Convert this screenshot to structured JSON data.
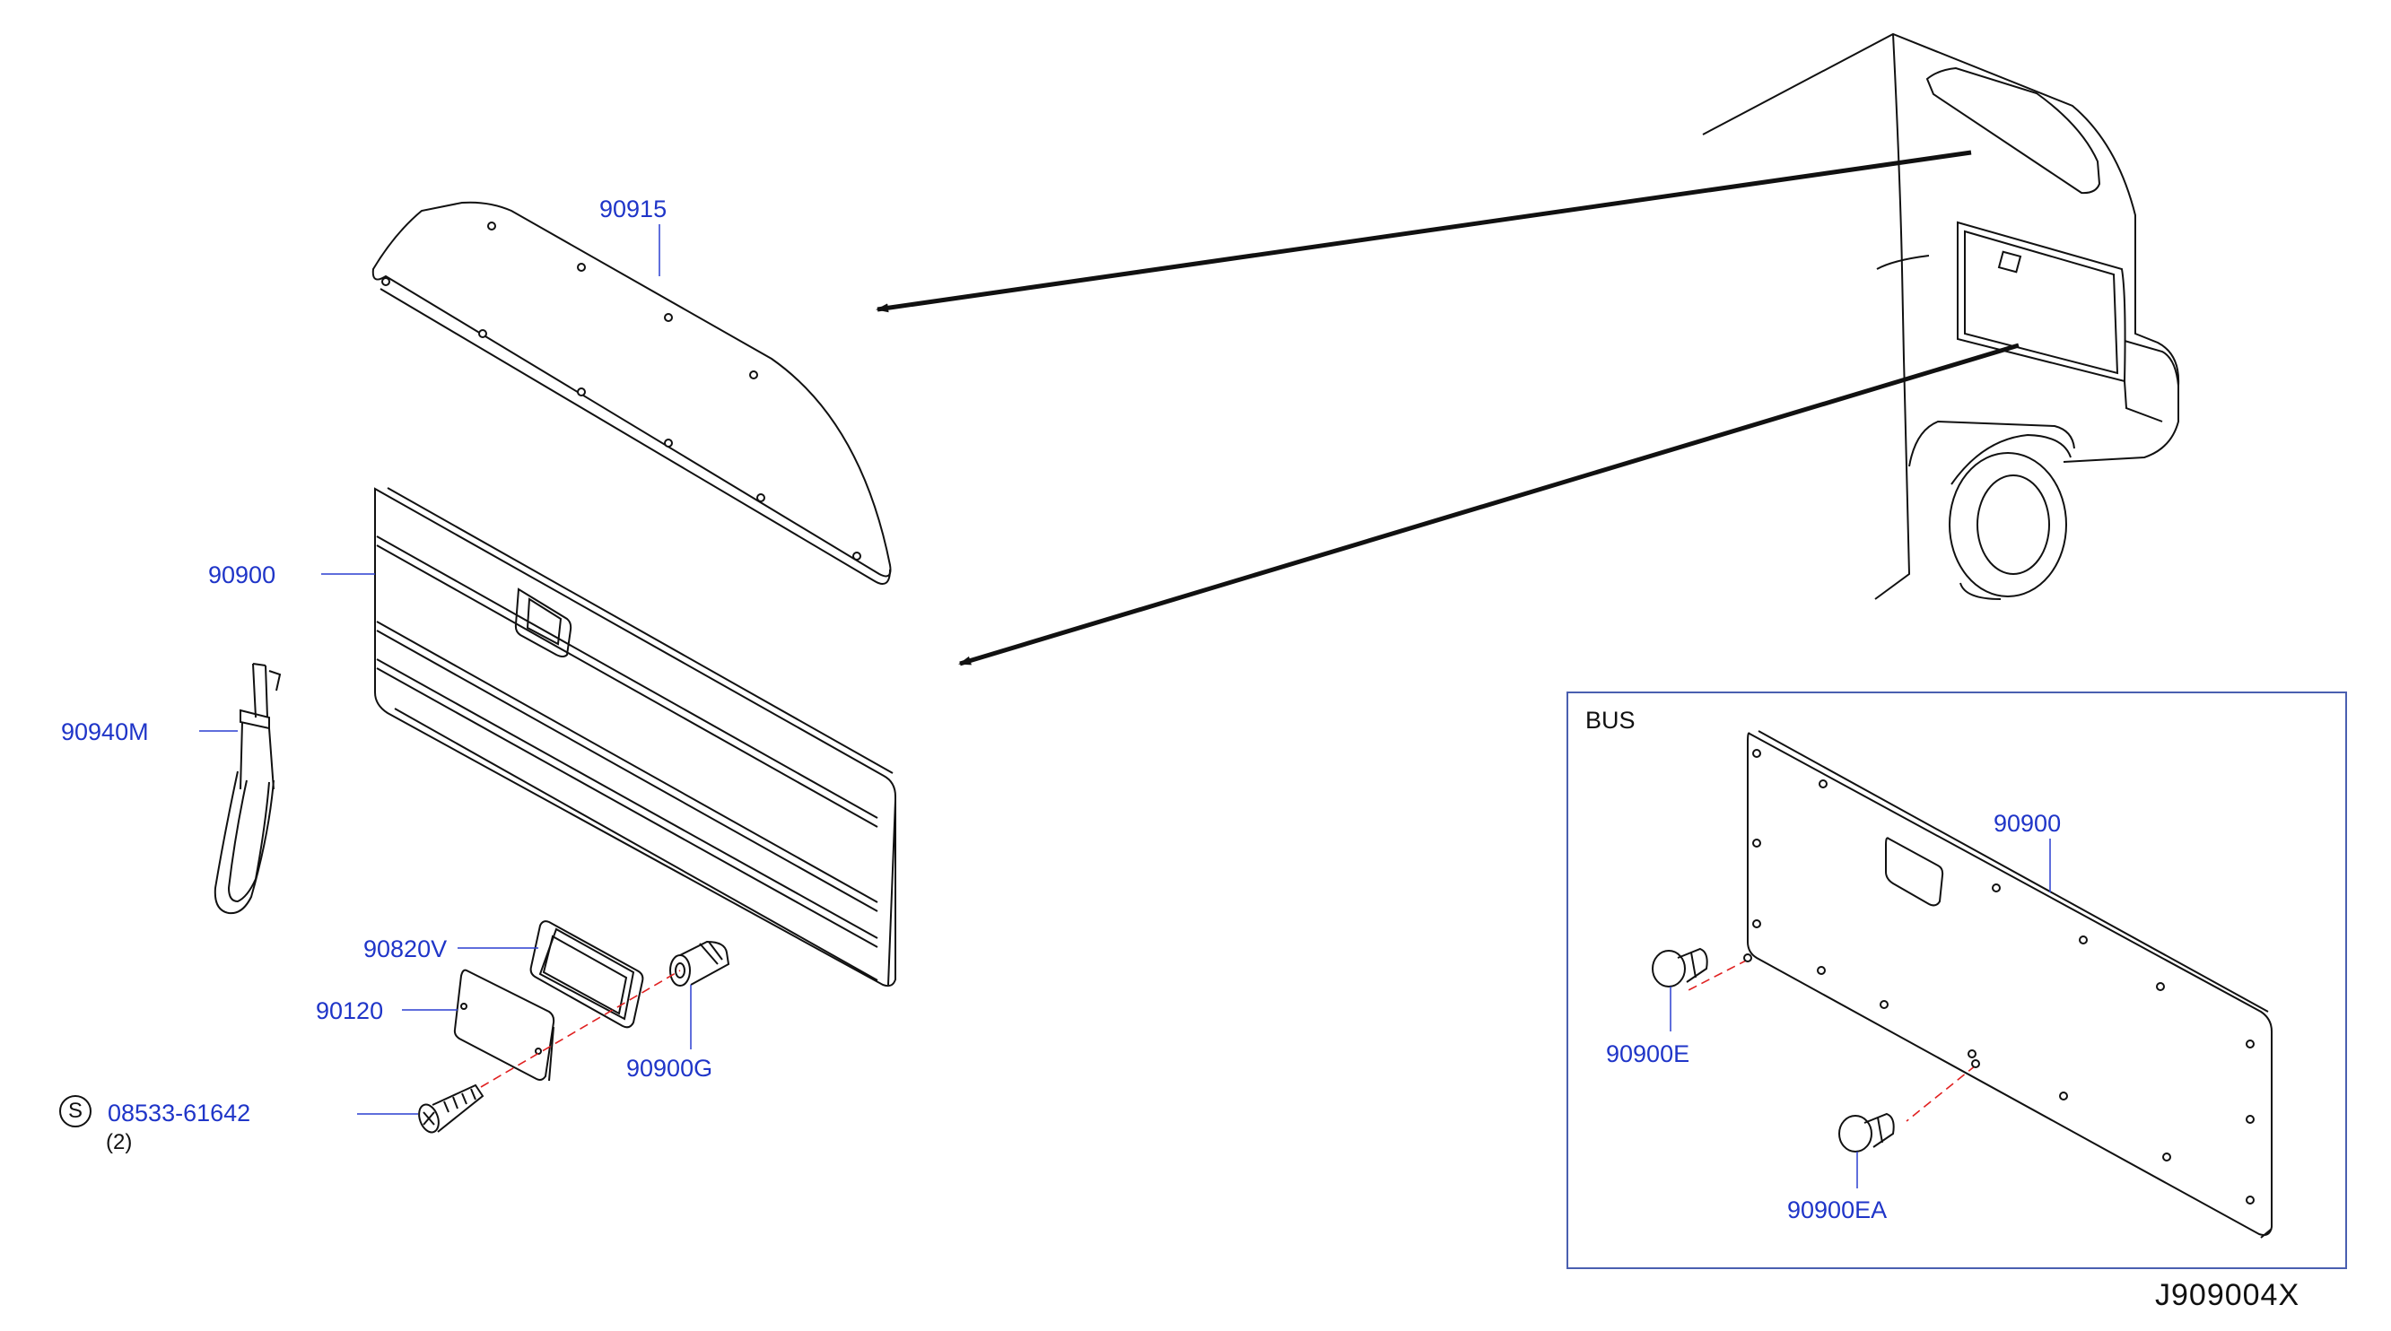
{
  "colors": {
    "label": "#1f35c8",
    "line": "#111111",
    "leader": "#2a3fd0",
    "hidden_line": "#e02020",
    "inset_frame": "#4a5fb0"
  },
  "labels": {
    "p90915": "90915",
    "p90900": "90900",
    "p90940m": "90940M",
    "p90820v": "90820V",
    "p90120": "90120",
    "p90900g": "90900G",
    "screw_s": "S",
    "screw_part": "08533-61642",
    "screw_qty": "(2)",
    "bus_title": "BUS",
    "bus_90900": "90900",
    "bus_90900e": "90900E",
    "bus_90900ea": "90900EA"
  },
  "diagram_code": "J909004X"
}
